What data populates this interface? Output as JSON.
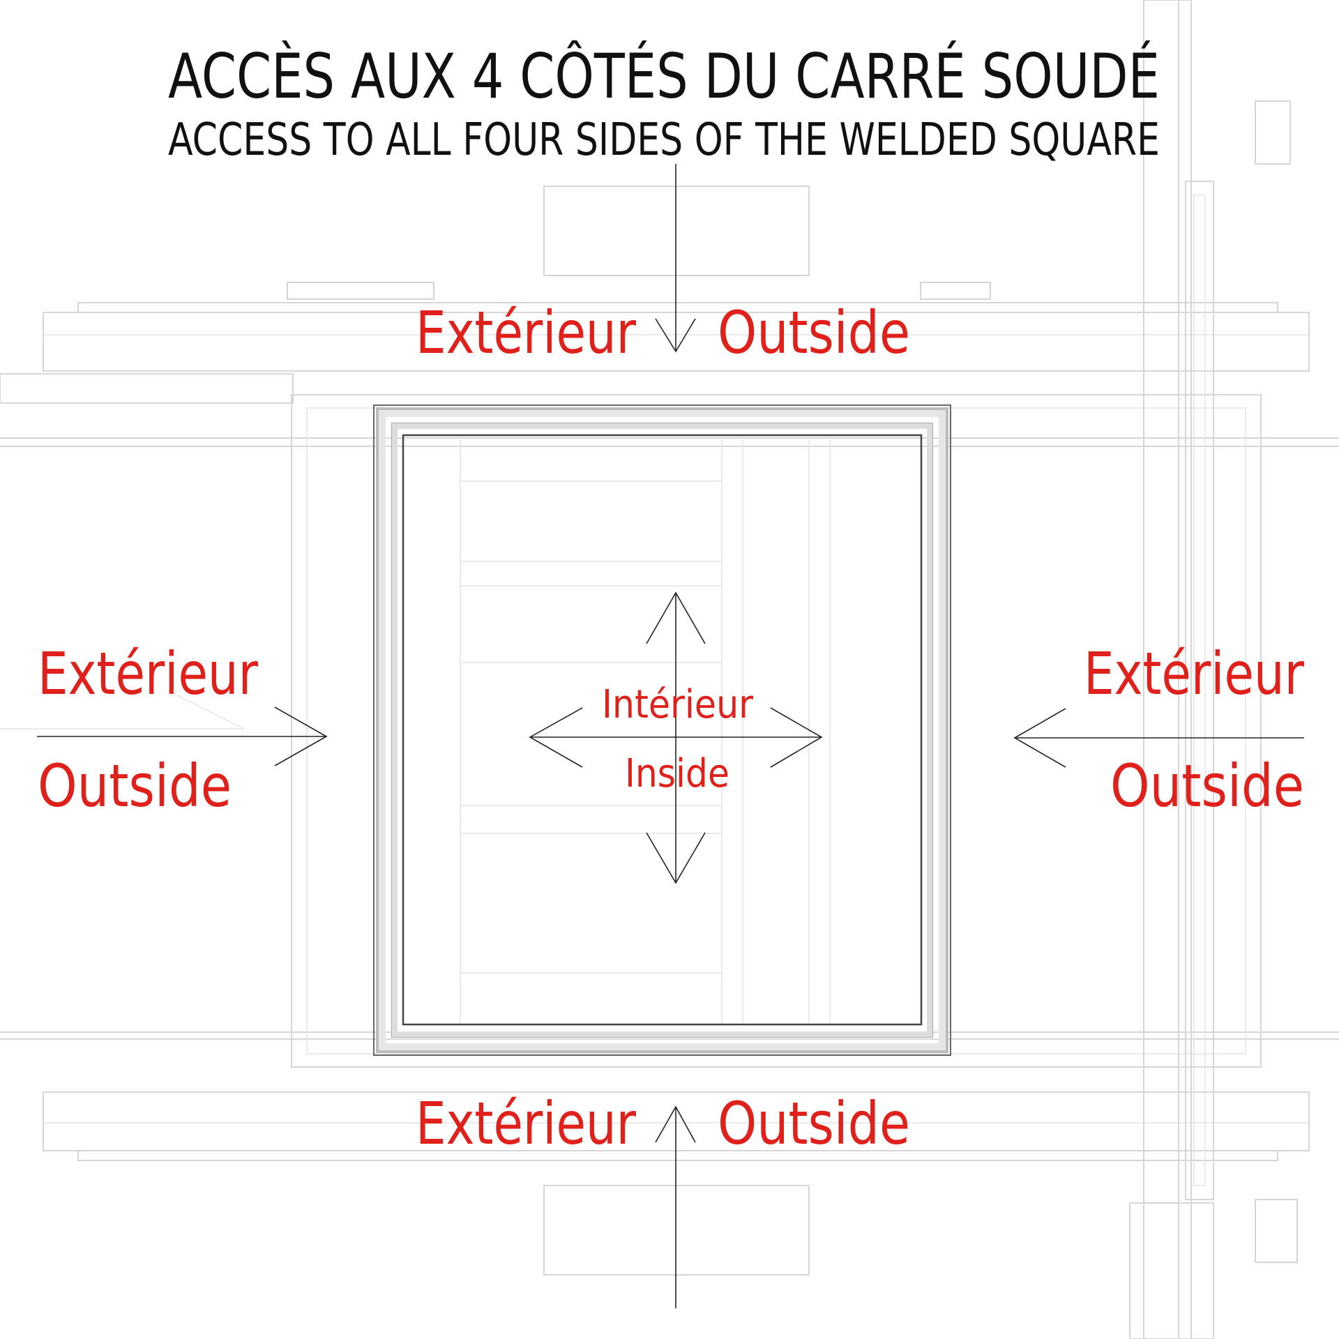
{
  "title": {
    "french": "ACCÈS AUX 4 CÔTÉS DU CARRÉ SOUDÉ",
    "english": "ACCESS TO ALL FOUR SIDES OF THE WELDED SQUARE"
  },
  "labels": {
    "top": {
      "fr": "Extérieur",
      "en": "Outside"
    },
    "bottom": {
      "fr": "Extérieur",
      "en": "Outside"
    },
    "left": {
      "fr": "Extérieur",
      "en": "Outside"
    },
    "right": {
      "fr": "Extérieur",
      "en": "Outside"
    },
    "center": {
      "fr": "Intérieur",
      "en": "Inside"
    }
  },
  "colors": {
    "label": "#e0201b",
    "title": "#111111",
    "drawing": "#d6d6d6"
  }
}
